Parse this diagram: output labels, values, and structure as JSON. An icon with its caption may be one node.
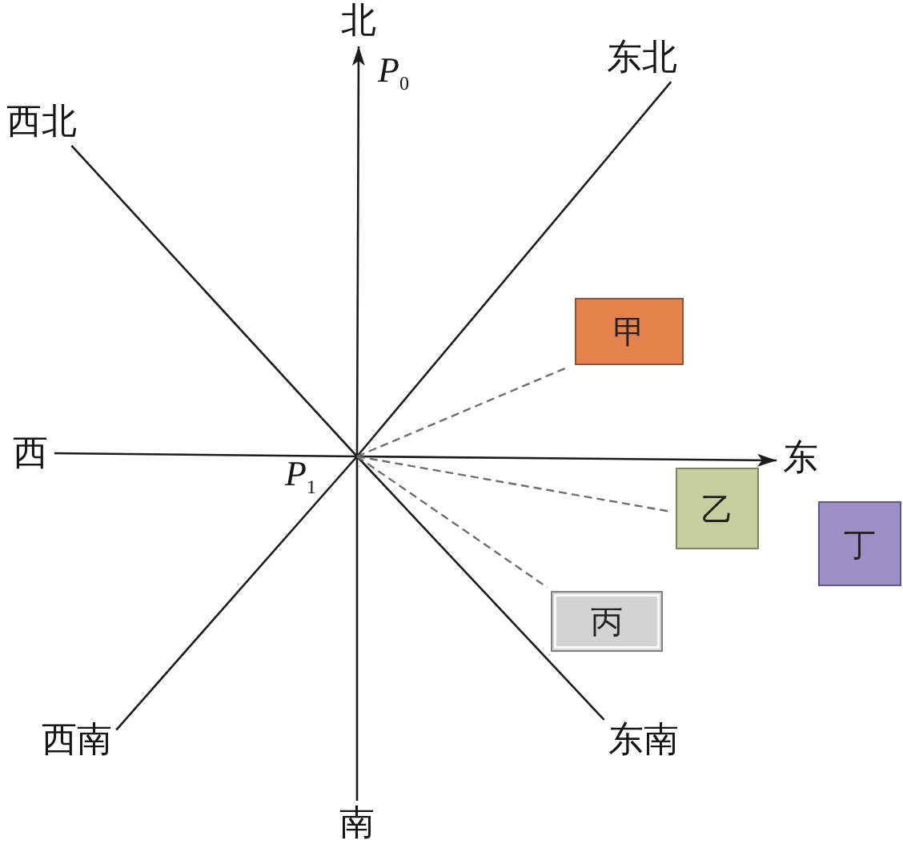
{
  "diagram": {
    "nodes": [
      {
        "text": [
          "北"
        ]
      },
      {
        "text": [
          "东北"
        ]
      },
      {
        "text": [
          "西北"
        ]
      },
      {
        "text": [
          "甲"
        ]
      },
      {
        "text": [
          "西"
        ]
      },
      {
        "text": [
          "东"
        ]
      },
      {
        "text": [
          "P$_{1}$"
        ]
      },
      {
        "text": [
          "乙"
        ]
      },
      {
        "text": [
          "丁"
        ]
      },
      {
        "text": [
          "丙"
        ]
      },
      {
        "text": [
          "西南"
        ]
      },
      {
        "text": [
          "东南"
        ]
      },
      {
        "text": [
          "南"
        ]
      }
    ],
    "edges": [
      {
        "from": 12,
        "to": 0,
        "arrow": "to"
      },
      {
        "from": 4,
        "to": 5,
        "arrow": "to"
      },
      {
        "from": 10,
        "to": 1,
        "arrow": "none"
      },
      {
        "from": 2,
        "to": 11,
        "arrow": "none"
      },
      {
        "from": 6,
        "to": 3,
        "arrow": "none",
        "style": "dashed",
        "color": "#6e6e6e"
      },
      {
        "from": 6,
        "to": 7,
        "arrow": "none",
        "style": "dashed",
        "color": "#6e6e6e"
      },
      {
        "from": 6,
        "to": 9,
        "arrow": "none",
        "style": "dashed",
        "color": "#6e6e6e"
      }
    ],
    "labels": [
      "P$_{0}$"
    ]
  }
}
